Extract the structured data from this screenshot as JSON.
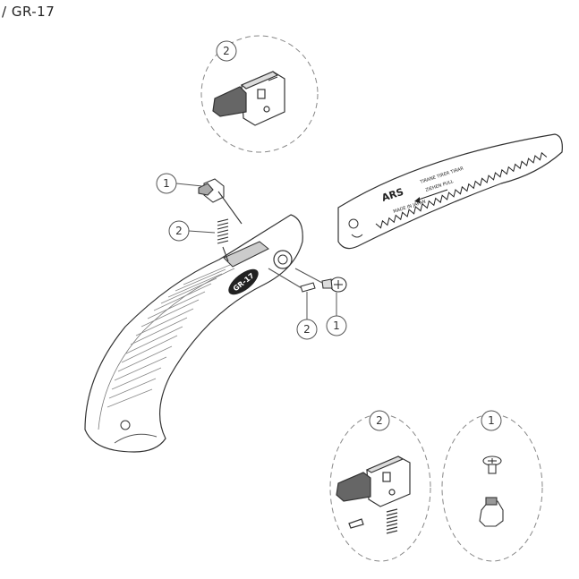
{
  "title": "/ GR-17",
  "handle_label": "GR-17",
  "blade": {
    "brand": "ARS",
    "made_in": "MADE IN JAPAN",
    "pull_text_1": "TIRANE TIRER TIRAR",
    "pull_text_2": "ZIEHEN PULL"
  },
  "callouts": {
    "top_detail": "2",
    "screw_top": "1",
    "spring": "2",
    "pin": "2",
    "screw_right": "1",
    "bottom_left_detail": "2",
    "bottom_right_detail": "1"
  }
}
